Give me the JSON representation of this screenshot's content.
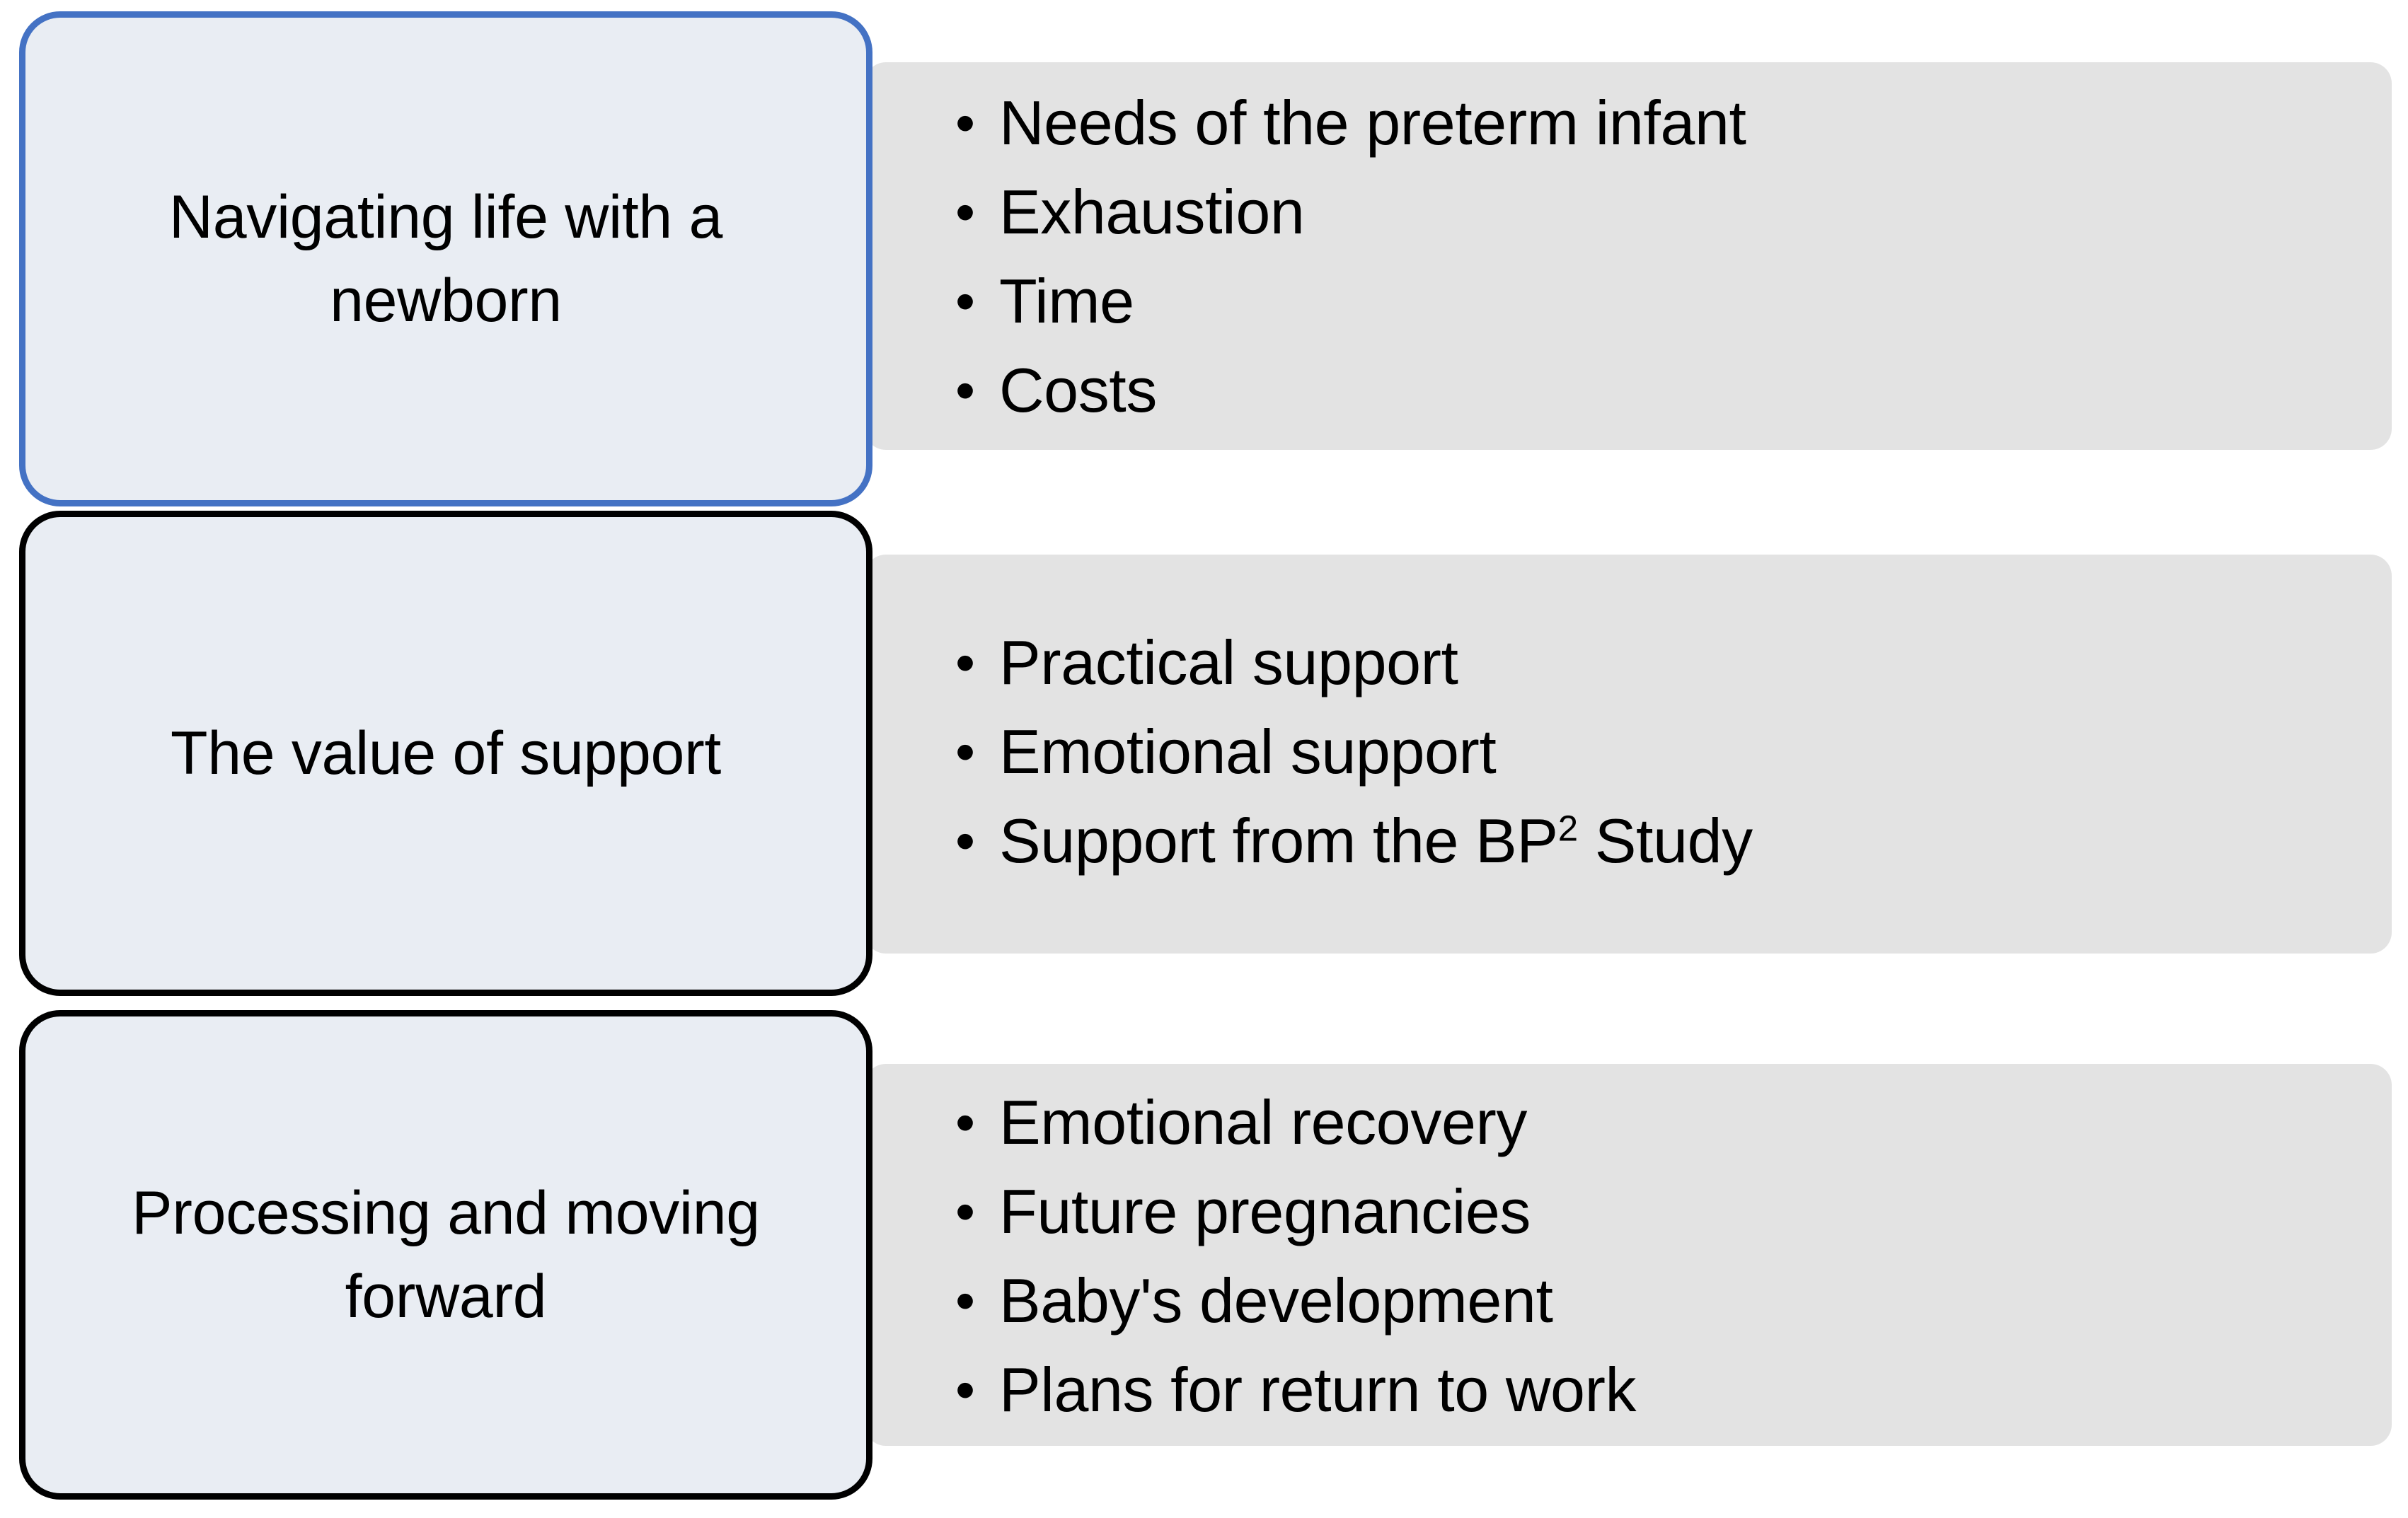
{
  "diagram": {
    "type": "three-row-theme-subtheme-diagram",
    "colors": {
      "box_fill": "#E9EDF3",
      "box_border_highlight": "#4472C4",
      "box_border_default": "#000000",
      "panel_fill": "#E3E3E3",
      "text": "#000000",
      "page_background": "#FFFFFF"
    },
    "bullet_marker": "•",
    "rows": [
      {
        "id": "row-1",
        "label": "Navigating life with a newborn",
        "border_color": "#4472C4",
        "highlighted": true,
        "bullets": [
          {
            "text": "Needs of the preterm infant"
          },
          {
            "text": "Exhaustion"
          },
          {
            "text": "Time"
          },
          {
            "text": "Costs"
          }
        ]
      },
      {
        "id": "row-2",
        "label": "The value of support",
        "border_color": "#000000",
        "highlighted": false,
        "bullets": [
          {
            "text": "Practical support"
          },
          {
            "text": "Emotional support"
          },
          {
            "text": "Support from the BP",
            "superscript": "2",
            "text_after": " Study"
          }
        ]
      },
      {
        "id": "row-3",
        "label": "Processing and moving forward",
        "border_color": "#000000",
        "highlighted": false,
        "bullets": [
          {
            "text": "Emotional recovery"
          },
          {
            "text": "Future pregnancies"
          },
          {
            "text": "Baby's development"
          },
          {
            "text": "Plans for return to work"
          }
        ]
      }
    ]
  }
}
